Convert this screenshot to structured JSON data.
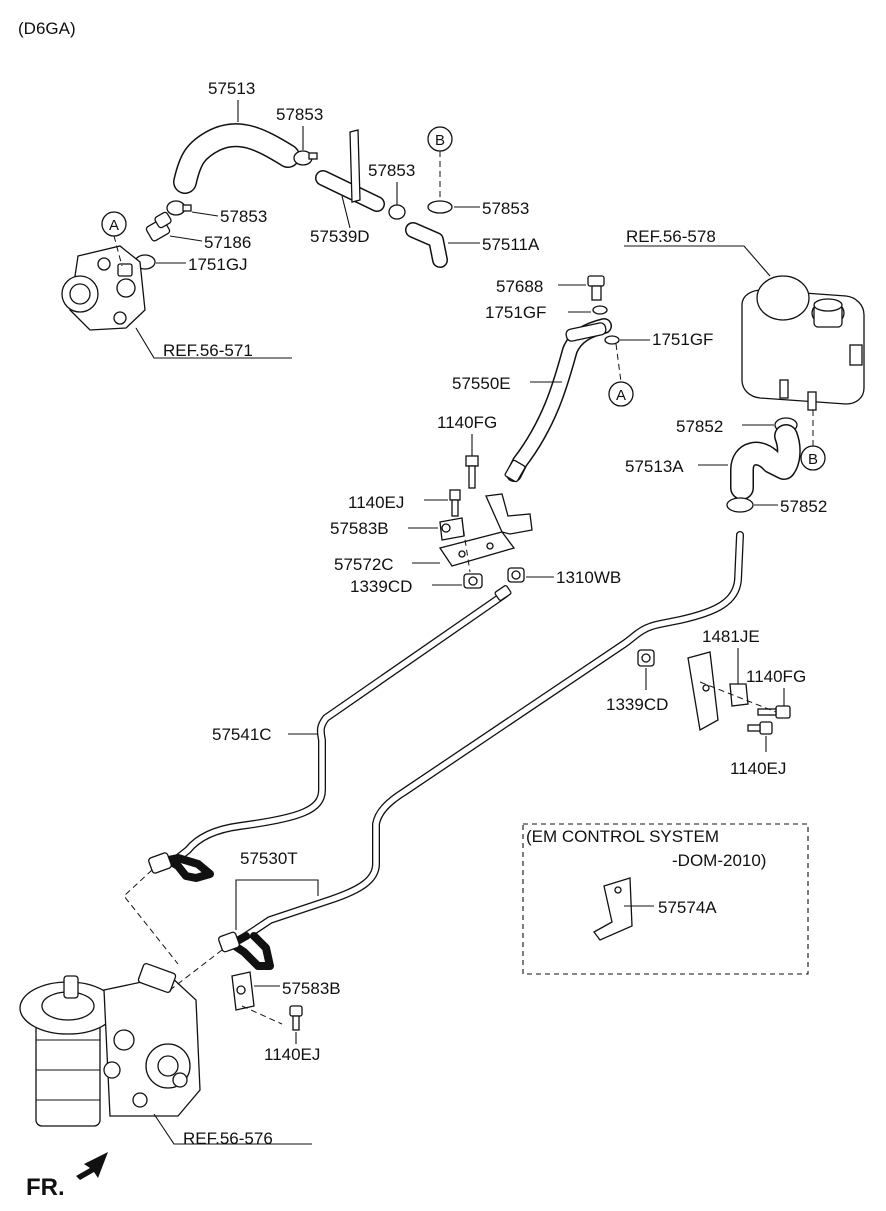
{
  "header": {
    "engine_code": "(D6GA)"
  },
  "labels": {
    "p57513": "57513",
    "p57853_a": "57853",
    "p57853_b": "57853",
    "p57853_c": "57853",
    "p57853_d": "57853",
    "p57186": "57186",
    "p1751GJ": "1751GJ",
    "p57539D": "57539D",
    "p57511A": "57511A",
    "ref56578": "REF.56-578",
    "p57688": "57688",
    "p1751GF_a": "1751GF",
    "p1751GF_b": "1751GF",
    "p57550E": "57550E",
    "ref56571": "REF.56-571",
    "p1140FG_a": "1140FG",
    "p1140EJ_a": "1140EJ",
    "p57583B_a": "57583B",
    "p57572C": "57572C",
    "p1339CD_a": "1339CD",
    "p1310WB": "1310WB",
    "p57852_a": "57852",
    "p57513A": "57513A",
    "p57852_b": "57852",
    "p1481JE": "1481JE",
    "p1140FG_b": "1140FG",
    "p1339CD_b": "1339CD",
    "p1140EJ_b": "1140EJ",
    "p57541C": "57541C",
    "p57530T": "57530T",
    "p57583B_b": "57583B",
    "p1140EJ_c": "1140EJ",
    "ref56576": "REF.56-576",
    "front": "FR."
  },
  "callouts": {
    "a_pump": "A",
    "a_hose": "A",
    "b_top": "B",
    "b_reservoir": "B"
  },
  "option_box": {
    "line1": "(EM CONTROL SYSTEM",
    "line2": "-DOM-2010)",
    "part": "57574A"
  }
}
